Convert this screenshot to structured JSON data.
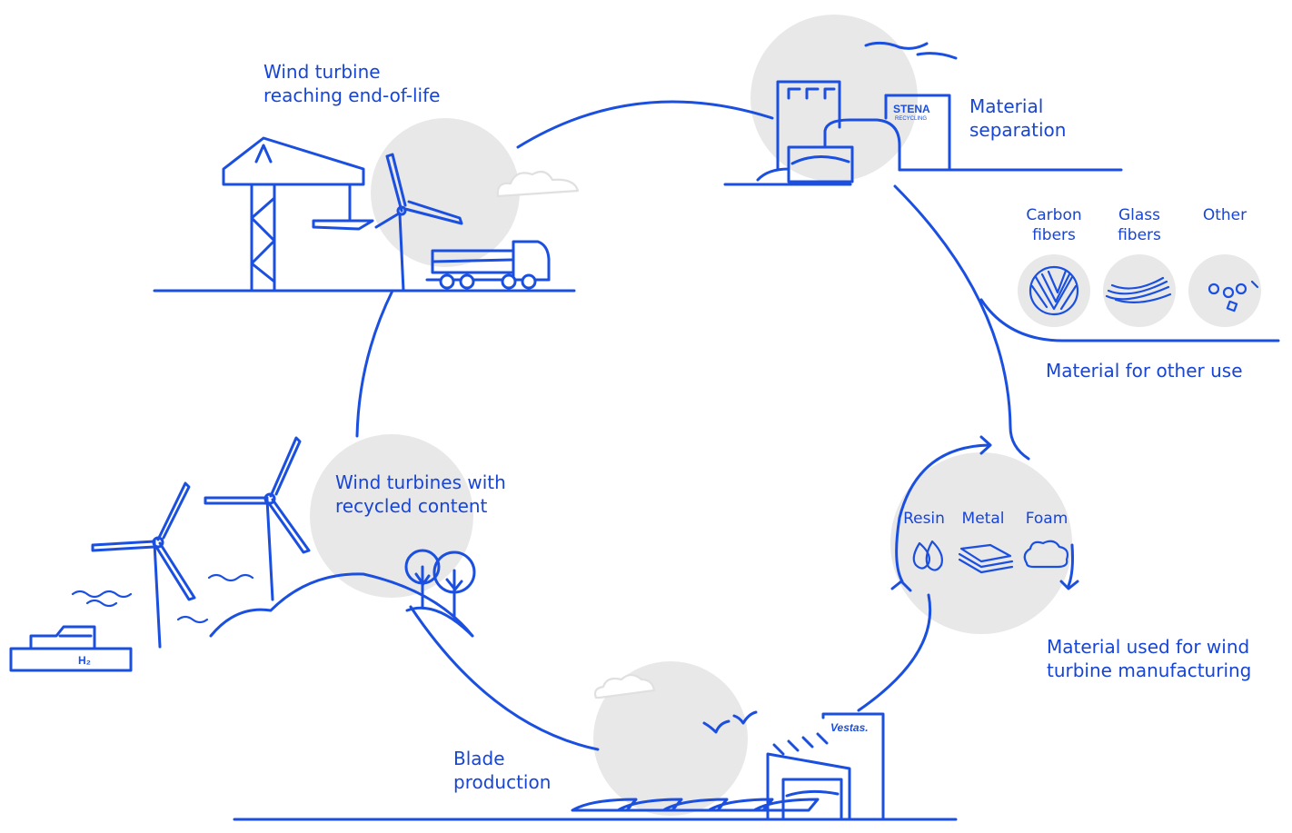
{
  "labels": {
    "end_of_life": "Wind turbine\nreaching end-of-life",
    "separation": "Material\nseparation",
    "other_use": "Material for other use",
    "manufacturing": "Material used for wind\nturbine manufacturing",
    "blade_production": "Blade\nproduction",
    "recycled_content": "Wind turbines with\nrecycled content"
  },
  "fibers": {
    "carbon": "Carbon\nfibers",
    "glass": "Glass\nfibers",
    "other": "Other"
  },
  "materials": {
    "resin": "Resin",
    "metal": "Metal",
    "foam": "Foam"
  },
  "logos": {
    "stena": "STENA",
    "stena_sub": "RECYCLING",
    "vestas": "Vestas.",
    "h2": "H₂"
  },
  "colors": {
    "line": "#1a4fe0",
    "text": "#1745d6",
    "blob": "#e8e8e9"
  }
}
